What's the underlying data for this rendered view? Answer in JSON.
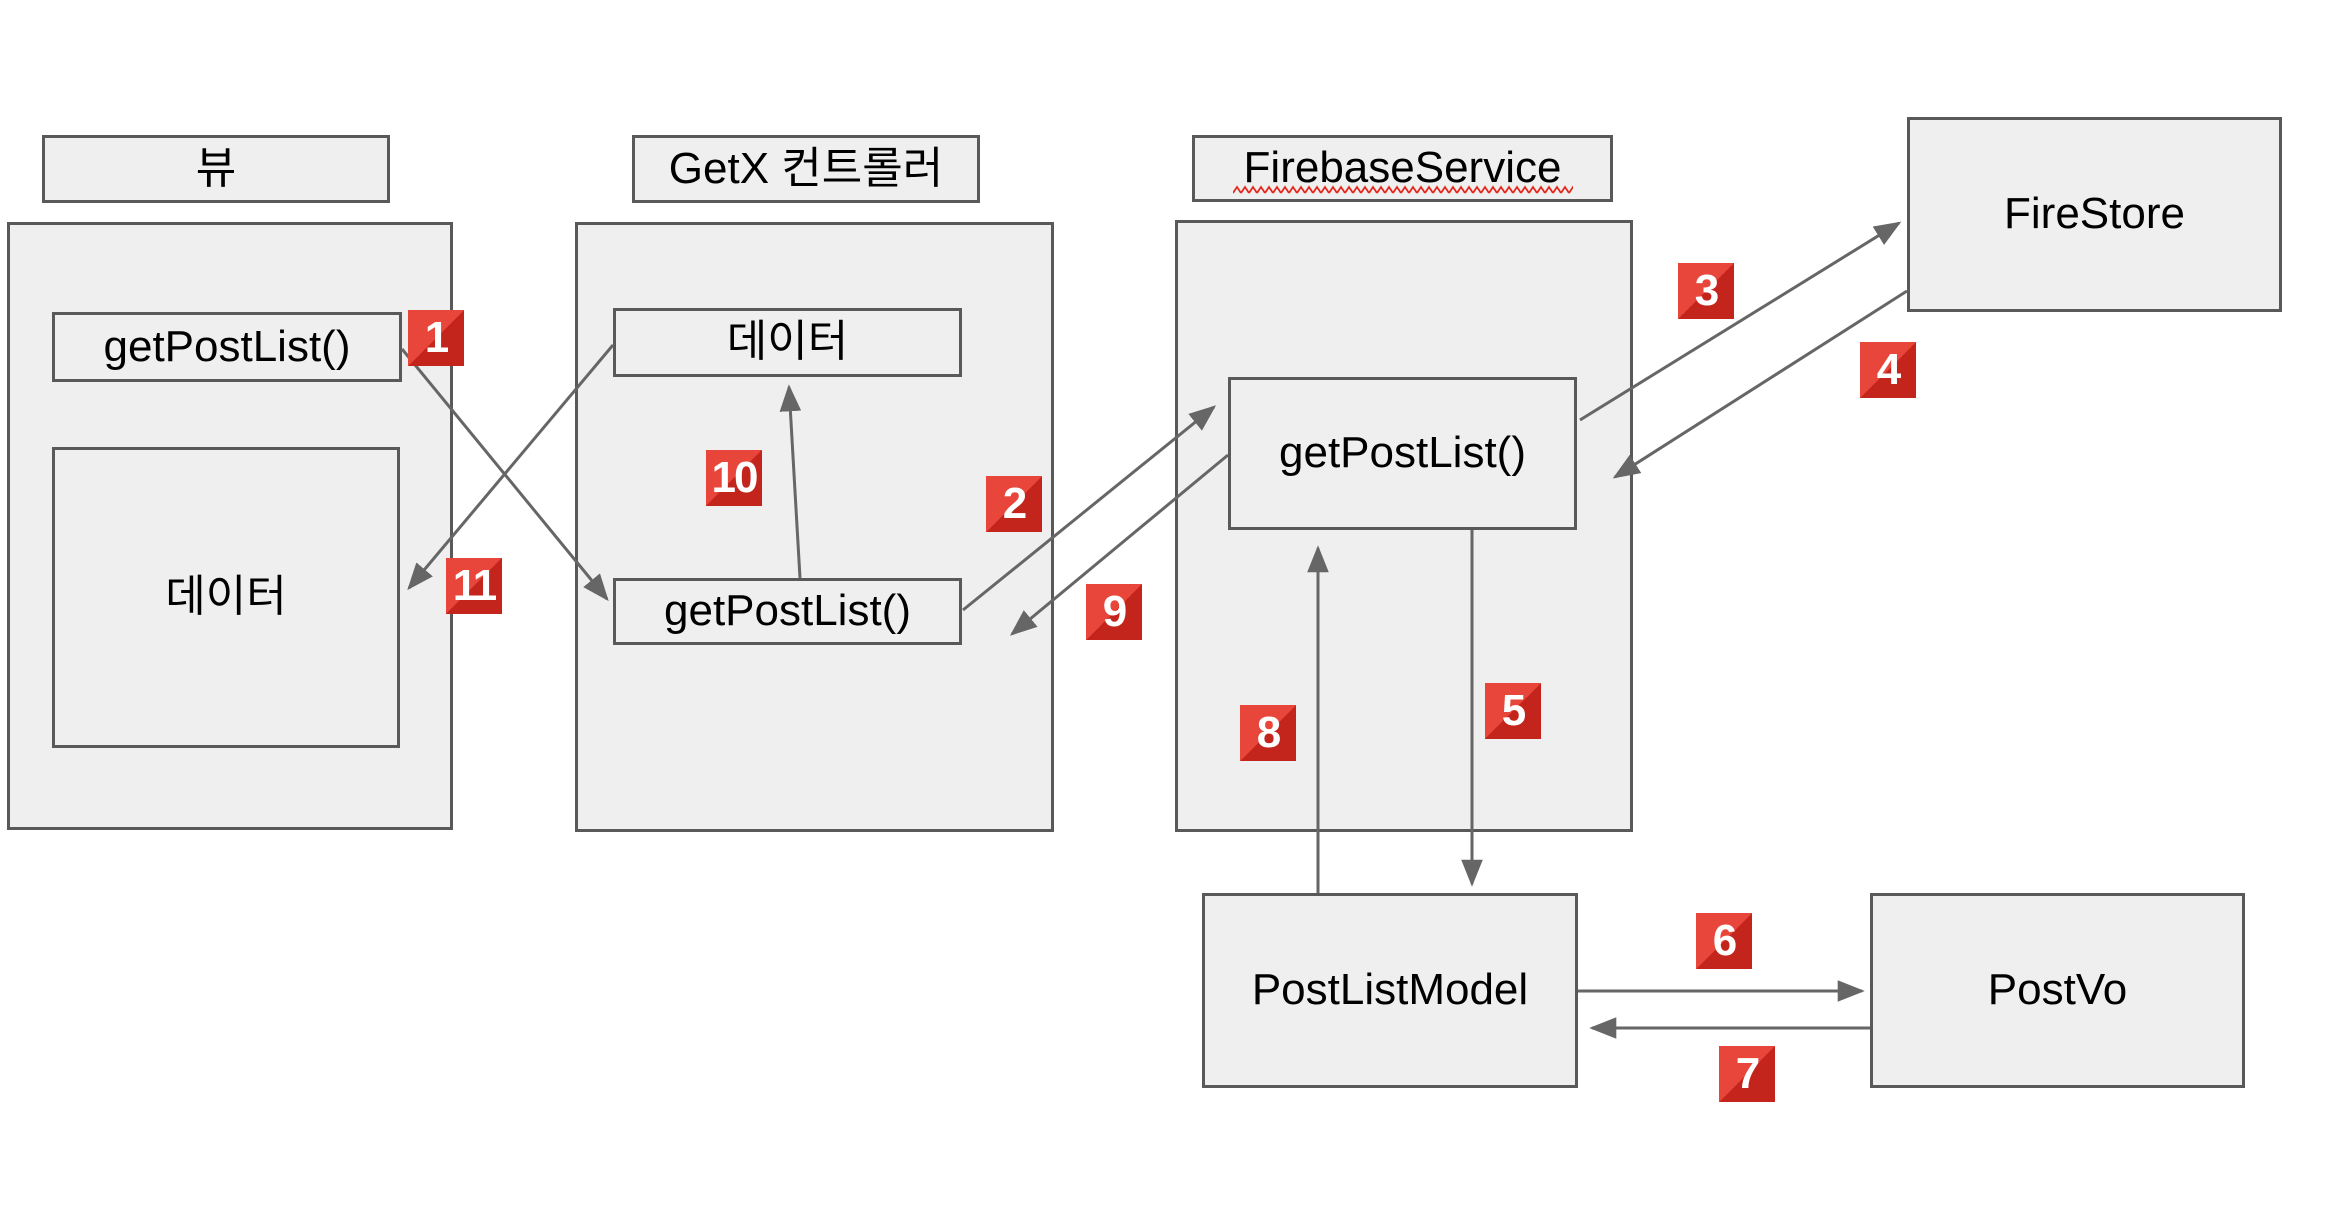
{
  "colors": {
    "background": "#ffffff",
    "box_fill": "#efefef",
    "box_border": "#595959",
    "arrow": "#666666",
    "badge_red_light": "#e8463a",
    "badge_red_dark": "#c3251d",
    "badge_text": "#ffffff",
    "spellcheck_squiggle": "#e02a1e",
    "label_text": "#000000"
  },
  "nodes": {
    "view": {
      "title": "뷰",
      "method_label": "getPostList()",
      "data_label": "데이터"
    },
    "getx_controller": {
      "title": "GetX 컨트롤러",
      "data_label": "데이터",
      "method_label": "getPostList()"
    },
    "firebase_service": {
      "title": "FirebaseService",
      "method_label": "getPostList()"
    },
    "firestore": {
      "label": "FireStore"
    },
    "post_list_model": {
      "label": "PostListModel"
    },
    "post_vo": {
      "label": "PostVo"
    }
  },
  "steps": [
    {
      "number": "1"
    },
    {
      "number": "2"
    },
    {
      "number": "3"
    },
    {
      "number": "4"
    },
    {
      "number": "5"
    },
    {
      "number": "6"
    },
    {
      "number": "7"
    },
    {
      "number": "8"
    },
    {
      "number": "9"
    },
    {
      "number": "10"
    },
    {
      "number": "11"
    }
  ]
}
